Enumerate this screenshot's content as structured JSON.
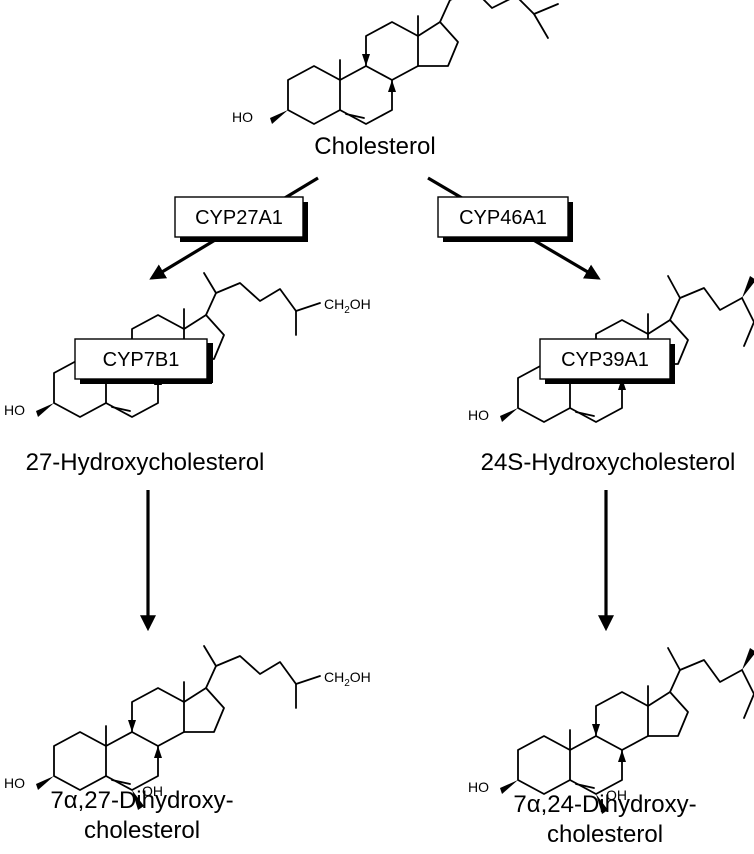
{
  "compounds": {
    "cholesterol": "Cholesterol",
    "hc27": "27-Hydroxycholesterol",
    "hc24": "24S-Hydroxycholesterol",
    "dihc27_line1": "7α,27-Dihydroxy-",
    "dihc27_line2": "cholesterol",
    "dihc24_line1": "7α,24-Dihydroxy-",
    "dihc24_line2": "cholesterol"
  },
  "enzymes": {
    "cyp27a1": "CYP27A1",
    "cyp46a1": "CYP46A1",
    "cyp7b1": "CYP7B1",
    "cyp39a1": "CYP39A1"
  },
  "atoms": {
    "ho": "HO",
    "oh": "OH",
    "ch2oh_main": "CH",
    "ch2oh_sub": "2",
    "ch2oh_end": "OH"
  }
}
